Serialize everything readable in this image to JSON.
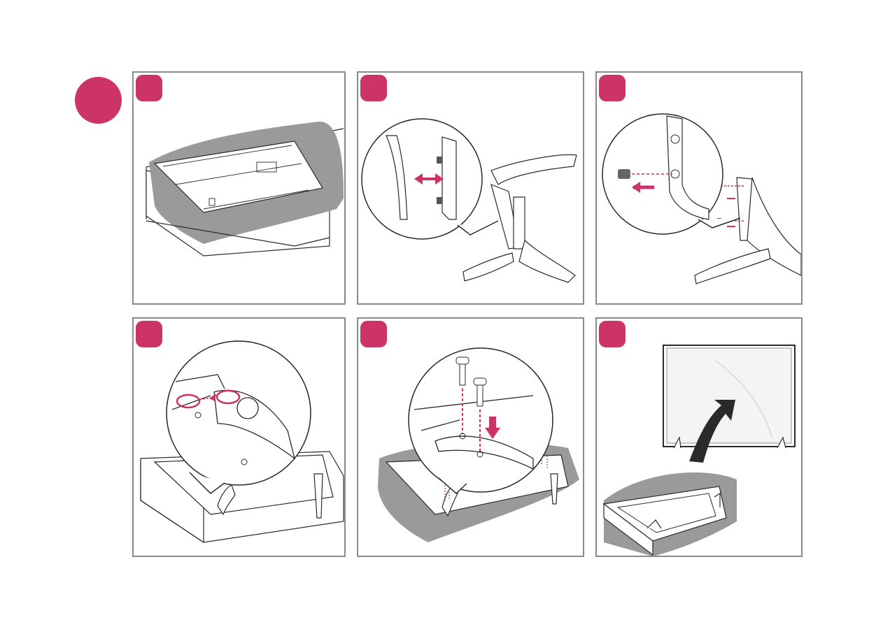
{
  "colors": {
    "accent": "#cc3366",
    "panel_border": "#8a8a8a",
    "cloth": "#9a9a9a",
    "line": "#2a2a2a"
  },
  "steps": [
    {
      "id": "1",
      "illustration": "tv-face-down-on-cloth-icon"
    },
    {
      "id": "2",
      "illustration": "stand-neck-and-base-joining-icon"
    },
    {
      "id": "3",
      "illustration": "stand-neck-screws-inserted-icon"
    },
    {
      "id": "4",
      "illustration": "stand-hooks-into-tv-slots-icon"
    },
    {
      "id": "5",
      "illustration": "stand-fastened-with-screws-icon"
    },
    {
      "id": "6",
      "illustration": "tv-lifted-upright-icon"
    }
  ]
}
